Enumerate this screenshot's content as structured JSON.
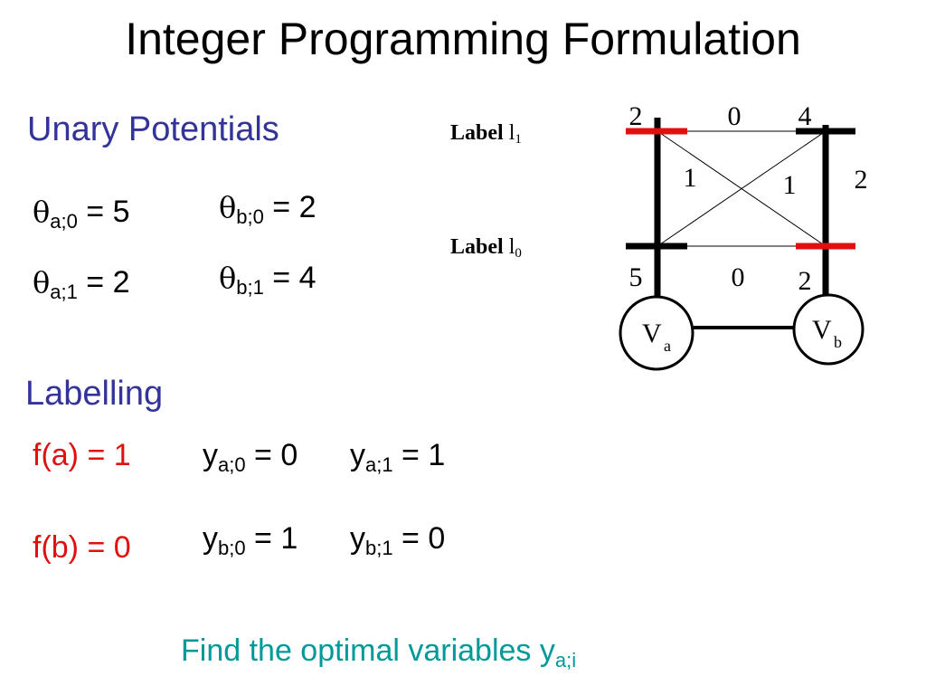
{
  "title": "Integer Programming Formulation",
  "unary_heading": "Unary Potentials",
  "theta_symbol": "θ",
  "unary": [
    {
      "sub": "a;0",
      "eq": " = 5"
    },
    {
      "sub": "a;1",
      "eq": " = 2"
    },
    {
      "sub": "b;0",
      "eq": " = 2"
    },
    {
      "sub": "b;1",
      "eq": " = 4"
    }
  ],
  "labelling_heading": "Labelling",
  "labelling": {
    "fa": "f(a) = 1",
    "fb": "f(b) = 0",
    "y": [
      {
        "var": "y",
        "sub": "a;0",
        "eq": " = 0"
      },
      {
        "var": "y",
        "sub": "a;1",
        "eq": " = 1"
      },
      {
        "var": "y",
        "sub": "b;0",
        "eq": " = 1"
      },
      {
        "var": "y",
        "sub": "b;1",
        "eq": " = 0"
      }
    ]
  },
  "footer": {
    "text": "Find the optimal variables y",
    "sub": "a;i"
  },
  "diagram": {
    "label_l1": {
      "word": "Label",
      "var": "l",
      "sub": "1"
    },
    "label_l0": {
      "word": "Label",
      "var": "l",
      "sub": "0"
    },
    "unary_a1": "2",
    "unary_b1": "4",
    "unary_a0": "5",
    "unary_b0": "2",
    "pair_top": "0",
    "pair_bottom": "0",
    "pair_cross_left": "1",
    "pair_cross_right": "1",
    "pair_side": "2",
    "node_a": {
      "var": "V",
      "sub": "a"
    },
    "node_b": {
      "var": "V",
      "sub": "b"
    },
    "colors": {
      "selected": "#e01010",
      "stroke": "#000000"
    }
  }
}
